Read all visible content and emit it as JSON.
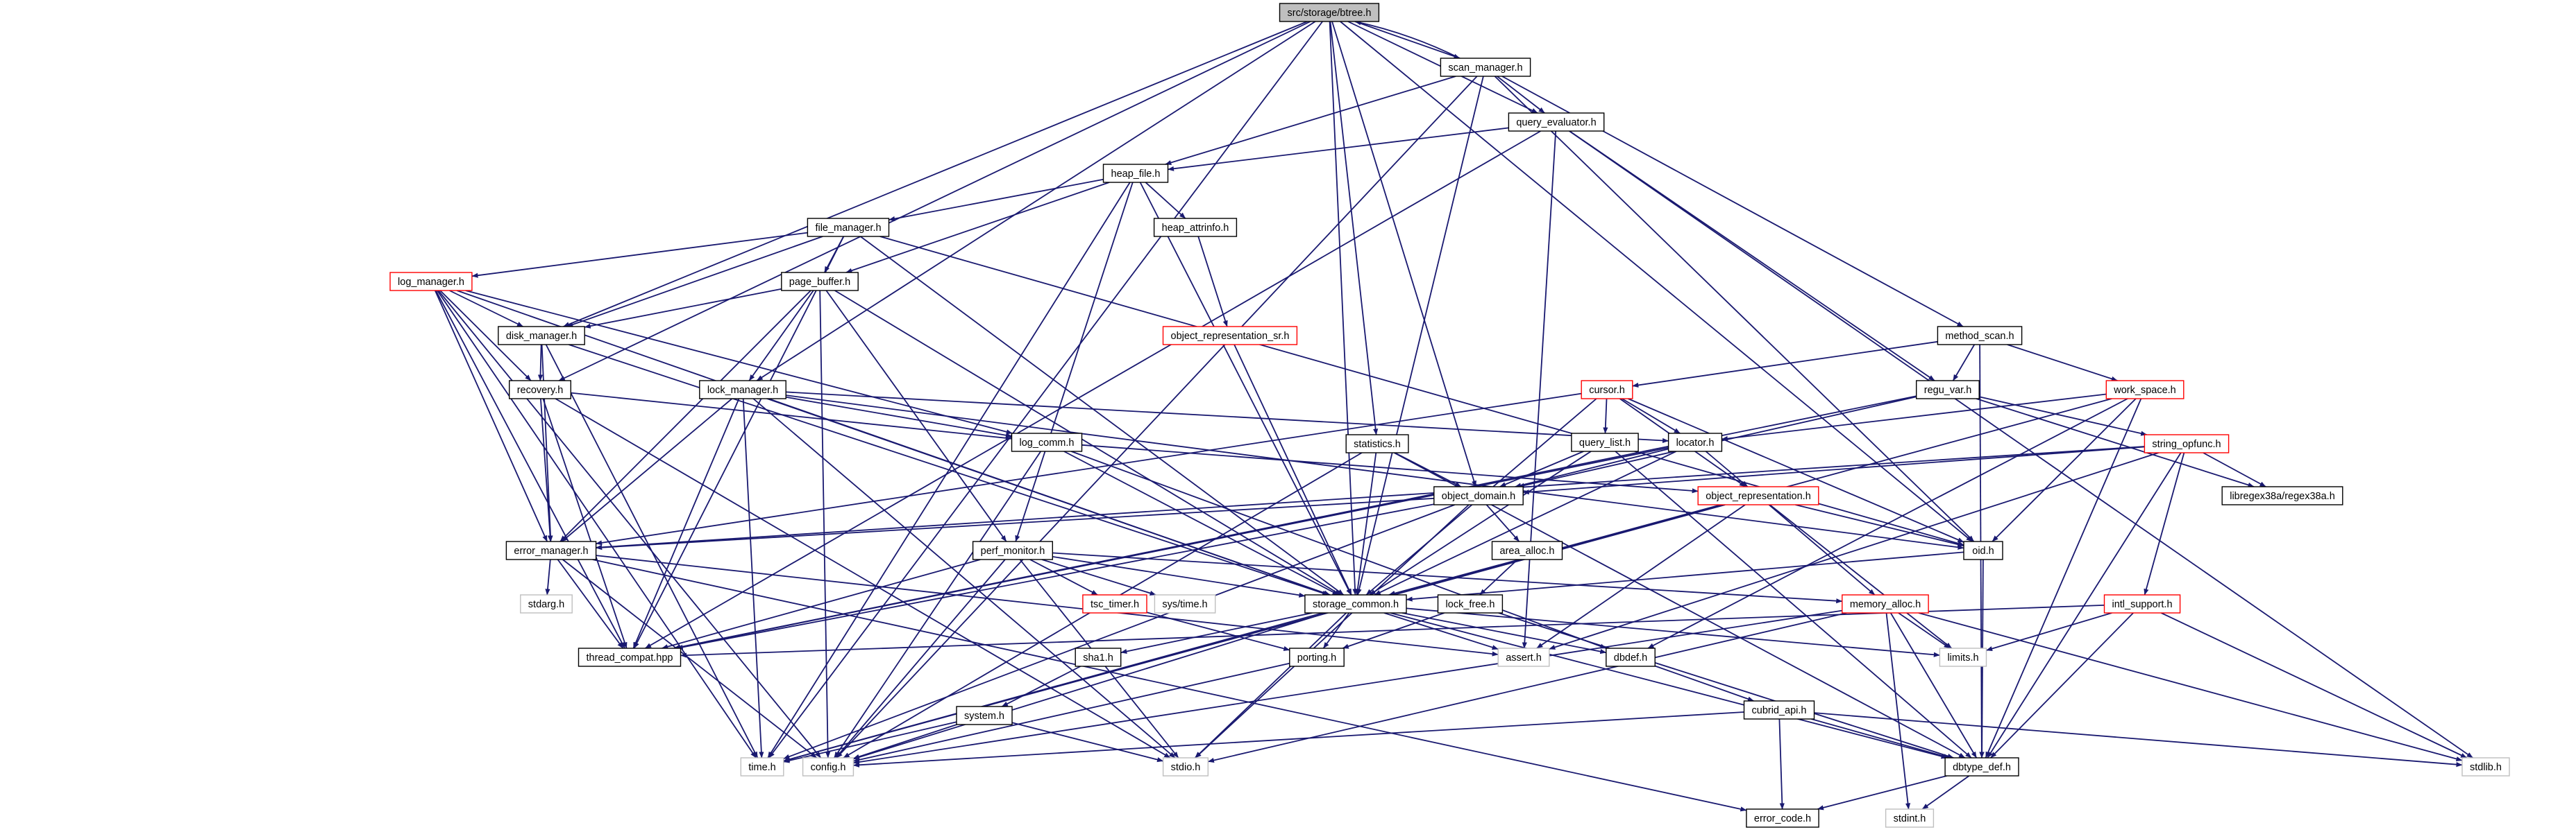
{
  "graph": {
    "colors": {
      "edge": "#191970",
      "root_fill": "#bfbfbf",
      "node_border": "#000000",
      "truncated_border": "#ff0000",
      "external_border": "#bfbfbf",
      "external_text": "#7f7f7f"
    },
    "nodes": [
      {
        "id": "btree",
        "label": "src/storage/btree.h",
        "kind": "root"
      },
      {
        "id": "scan_manager",
        "label": "scan_manager.h",
        "kind": "normal"
      },
      {
        "id": "query_evaluator",
        "label": "query_evaluator.h",
        "kind": "normal"
      },
      {
        "id": "heap_file",
        "label": "heap_file.h",
        "kind": "normal"
      },
      {
        "id": "file_manager",
        "label": "file_manager.h",
        "kind": "normal"
      },
      {
        "id": "heap_attrinfo",
        "label": "heap_attrinfo.h",
        "kind": "normal"
      },
      {
        "id": "log_manager",
        "label": "log_manager.h",
        "kind": "truncated"
      },
      {
        "id": "page_buffer",
        "label": "page_buffer.h",
        "kind": "normal"
      },
      {
        "id": "disk_manager",
        "label": "disk_manager.h",
        "kind": "normal"
      },
      {
        "id": "object_representation_sr",
        "label": "object_representation_sr.h",
        "kind": "truncated"
      },
      {
        "id": "method_scan",
        "label": "method_scan.h",
        "kind": "normal"
      },
      {
        "id": "cursor",
        "label": "cursor.h",
        "kind": "truncated"
      },
      {
        "id": "regu_var",
        "label": "regu_var.h",
        "kind": "normal"
      },
      {
        "id": "work_space",
        "label": "work_space.h",
        "kind": "truncated"
      },
      {
        "id": "recovery",
        "label": "recovery.h",
        "kind": "normal"
      },
      {
        "id": "lock_manager",
        "label": "lock_manager.h",
        "kind": "normal"
      },
      {
        "id": "log_comm",
        "label": "log_comm.h",
        "kind": "normal"
      },
      {
        "id": "statistics",
        "label": "statistics.h",
        "kind": "normal"
      },
      {
        "id": "query_list",
        "label": "query_list.h",
        "kind": "normal"
      },
      {
        "id": "locator",
        "label": "locator.h",
        "kind": "normal"
      },
      {
        "id": "string_opfunc",
        "label": "string_opfunc.h",
        "kind": "truncated"
      },
      {
        "id": "object_domain",
        "label": "object_domain.h",
        "kind": "normal"
      },
      {
        "id": "object_representation",
        "label": "object_representation.h",
        "kind": "truncated"
      },
      {
        "id": "libregex38a",
        "label": "libregex38a/regex38a.h",
        "kind": "normal"
      },
      {
        "id": "error_manager",
        "label": "error_manager.h",
        "kind": "normal"
      },
      {
        "id": "area_alloc",
        "label": "area_alloc.h",
        "kind": "normal"
      },
      {
        "id": "oid",
        "label": "oid.h",
        "kind": "normal"
      },
      {
        "id": "perf_monitor",
        "label": "perf_monitor.h",
        "kind": "normal"
      },
      {
        "id": "stdarg",
        "label": "stdarg.h",
        "kind": "external"
      },
      {
        "id": "tsc_timer",
        "label": "tsc_timer.h",
        "kind": "truncated"
      },
      {
        "id": "sys_time",
        "label": "sys/time.h",
        "kind": "external"
      },
      {
        "id": "storage_common",
        "label": "storage_common.h",
        "kind": "normal"
      },
      {
        "id": "lock_free",
        "label": "lock_free.h",
        "kind": "normal"
      },
      {
        "id": "memory_alloc",
        "label": "memory_alloc.h",
        "kind": "truncated"
      },
      {
        "id": "intl_support",
        "label": "intl_support.h",
        "kind": "truncated"
      },
      {
        "id": "thread_compat",
        "label": "thread_compat.hpp",
        "kind": "normal"
      },
      {
        "id": "assert",
        "label": "assert.h",
        "kind": "external"
      },
      {
        "id": "dbdef",
        "label": "dbdef.h",
        "kind": "normal"
      },
      {
        "id": "limits",
        "label": "limits.h",
        "kind": "external"
      },
      {
        "id": "sha1",
        "label": "sha1.h",
        "kind": "normal"
      },
      {
        "id": "porting",
        "label": "porting.h",
        "kind": "normal"
      },
      {
        "id": "cubrid_api",
        "label": "cubrid_api.h",
        "kind": "normal"
      },
      {
        "id": "system",
        "label": "system.h",
        "kind": "normal"
      },
      {
        "id": "time",
        "label": "time.h",
        "kind": "external"
      },
      {
        "id": "config",
        "label": "config.h",
        "kind": "external"
      },
      {
        "id": "stdio",
        "label": "stdio.h",
        "kind": "external"
      },
      {
        "id": "dbtype_def",
        "label": "dbtype_def.h",
        "kind": "normal"
      },
      {
        "id": "stdlib",
        "label": "stdlib.h",
        "kind": "external"
      },
      {
        "id": "error_code",
        "label": "error_code.h",
        "kind": "normal"
      },
      {
        "id": "stdint",
        "label": "stdint.h",
        "kind": "external"
      }
    ],
    "edges": [
      [
        "btree",
        "scan_manager"
      ],
      [
        "btree",
        "query_evaluator"
      ],
      [
        "btree",
        "disk_manager"
      ],
      [
        "btree",
        "recovery"
      ],
      [
        "btree",
        "lock_manager"
      ],
      [
        "btree",
        "statistics"
      ],
      [
        "btree",
        "object_domain"
      ],
      [
        "btree",
        "storage_common"
      ],
      [
        "btree",
        "oid"
      ],
      [
        "btree",
        "time"
      ],
      [
        "scan_manager",
        "btree"
      ],
      [
        "scan_manager",
        "query_evaluator"
      ],
      [
        "scan_manager",
        "heap_file"
      ],
      [
        "scan_manager",
        "method_scan"
      ],
      [
        "scan_manager",
        "oid"
      ],
      [
        "scan_manager",
        "config"
      ],
      [
        "scan_manager",
        "storage_common"
      ],
      [
        "query_evaluator",
        "heap_file"
      ],
      [
        "query_evaluator",
        "regu_var"
      ],
      [
        "query_evaluator",
        "thread_compat"
      ],
      [
        "query_evaluator",
        "assert"
      ],
      [
        "query_evaluator",
        "stdlib"
      ],
      [
        "heap_file",
        "file_manager"
      ],
      [
        "heap_file",
        "heap_attrinfo"
      ],
      [
        "heap_file",
        "page_buffer"
      ],
      [
        "heap_file",
        "perf_monitor"
      ],
      [
        "heap_file",
        "storage_common"
      ],
      [
        "heap_file",
        "time"
      ],
      [
        "file_manager",
        "log_manager"
      ],
      [
        "file_manager",
        "disk_manager"
      ],
      [
        "file_manager",
        "page_buffer"
      ],
      [
        "file_manager",
        "storage_common"
      ],
      [
        "file_manager",
        "thread_compat"
      ],
      [
        "file_manager",
        "oid"
      ],
      [
        "heap_attrinfo",
        "object_representation_sr"
      ],
      [
        "object_representation_sr",
        "storage_common"
      ],
      [
        "log_manager",
        "disk_manager"
      ],
      [
        "log_manager",
        "recovery"
      ],
      [
        "log_manager",
        "error_manager"
      ],
      [
        "log_manager",
        "log_comm"
      ],
      [
        "log_manager",
        "thread_compat"
      ],
      [
        "log_manager",
        "storage_common"
      ],
      [
        "log_manager",
        "time"
      ],
      [
        "log_manager",
        "config"
      ],
      [
        "page_buffer",
        "disk_manager"
      ],
      [
        "page_buffer",
        "lock_manager"
      ],
      [
        "page_buffer",
        "error_manager"
      ],
      [
        "page_buffer",
        "perf_monitor"
      ],
      [
        "page_buffer",
        "storage_common"
      ],
      [
        "page_buffer",
        "config"
      ],
      [
        "disk_manager",
        "recovery"
      ],
      [
        "disk_manager",
        "error_manager"
      ],
      [
        "disk_manager",
        "storage_common"
      ],
      [
        "disk_manager",
        "time"
      ],
      [
        "recovery",
        "error_manager"
      ],
      [
        "recovery",
        "log_comm"
      ],
      [
        "recovery",
        "thread_compat"
      ],
      [
        "recovery",
        "stdio"
      ],
      [
        "lock_manager",
        "log_comm"
      ],
      [
        "lock_manager",
        "locator"
      ],
      [
        "lock_manager",
        "oid"
      ],
      [
        "lock_manager",
        "error_manager"
      ],
      [
        "lock_manager",
        "thread_compat"
      ],
      [
        "lock_manager",
        "storage_common"
      ],
      [
        "lock_manager",
        "time"
      ],
      [
        "lock_manager",
        "stdio"
      ],
      [
        "log_comm",
        "storage_common"
      ],
      [
        "log_comm",
        "object_representation"
      ],
      [
        "log_comm",
        "dbdef"
      ],
      [
        "log_comm",
        "config"
      ],
      [
        "statistics",
        "object_domain"
      ],
      [
        "statistics",
        "storage_common"
      ],
      [
        "statistics",
        "dbtype_def"
      ],
      [
        "statistics",
        "config"
      ],
      [
        "method_scan",
        "cursor"
      ],
      [
        "method_scan",
        "regu_var"
      ],
      [
        "method_scan",
        "work_space"
      ],
      [
        "method_scan",
        "dbtype_def"
      ],
      [
        "cursor",
        "query_list"
      ],
      [
        "cursor",
        "locator"
      ],
      [
        "cursor",
        "object_representation"
      ],
      [
        "cursor",
        "error_manager"
      ],
      [
        "cursor",
        "storage_common"
      ],
      [
        "cursor",
        "oid"
      ],
      [
        "regu_var",
        "object_domain"
      ],
      [
        "regu_var",
        "string_opfunc"
      ],
      [
        "regu_var",
        "libregex38a"
      ],
      [
        "regu_var",
        "thread_compat"
      ],
      [
        "work_space",
        "locator"
      ],
      [
        "work_space",
        "oid"
      ],
      [
        "work_space",
        "dbdef"
      ],
      [
        "work_space",
        "storage_common"
      ],
      [
        "work_space",
        "dbtype_def"
      ],
      [
        "query_list",
        "object_domain"
      ],
      [
        "query_list",
        "storage_common"
      ],
      [
        "query_list",
        "dbtype_def"
      ],
      [
        "locator",
        "object_domain"
      ],
      [
        "locator",
        "object_representation"
      ],
      [
        "locator",
        "storage_common"
      ],
      [
        "locator",
        "thread_compat"
      ],
      [
        "string_opfunc",
        "object_domain"
      ],
      [
        "string_opfunc",
        "error_manager"
      ],
      [
        "string_opfunc",
        "intl_support"
      ],
      [
        "string_opfunc",
        "libregex38a"
      ],
      [
        "string_opfunc",
        "dbtype_def"
      ],
      [
        "string_opfunc",
        "assert"
      ],
      [
        "object_domain",
        "area_alloc"
      ],
      [
        "object_domain",
        "error_manager"
      ],
      [
        "object_domain",
        "thread_compat"
      ],
      [
        "object_domain",
        "stdio"
      ],
      [
        "object_domain",
        "time"
      ],
      [
        "object_representation",
        "oid"
      ],
      [
        "object_representation",
        "storage_common"
      ],
      [
        "object_representation",
        "memory_alloc"
      ],
      [
        "object_representation",
        "assert"
      ],
      [
        "object_representation",
        "limits"
      ],
      [
        "object_representation",
        "time"
      ],
      [
        "error_manager",
        "stdarg"
      ],
      [
        "error_manager",
        "thread_compat"
      ],
      [
        "error_manager",
        "assert"
      ],
      [
        "error_manager",
        "error_code"
      ],
      [
        "error_manager",
        "config"
      ],
      [
        "area_alloc",
        "lock_free"
      ],
      [
        "oid",
        "storage_common"
      ],
      [
        "oid",
        "dbtype_def"
      ],
      [
        "perf_monitor",
        "tsc_timer"
      ],
      [
        "perf_monitor",
        "sys_time"
      ],
      [
        "perf_monitor",
        "storage_common"
      ],
      [
        "perf_monitor",
        "memory_alloc"
      ],
      [
        "perf_monitor",
        "thread_compat"
      ],
      [
        "perf_monitor",
        "stdio"
      ],
      [
        "perf_monitor",
        "config"
      ],
      [
        "tsc_timer",
        "porting"
      ],
      [
        "storage_common",
        "assert"
      ],
      [
        "storage_common",
        "dbdef"
      ],
      [
        "storage_common",
        "limits"
      ],
      [
        "storage_common",
        "sha1"
      ],
      [
        "storage_common",
        "porting"
      ],
      [
        "storage_common",
        "dbtype_def"
      ],
      [
        "storage_common",
        "config"
      ],
      [
        "storage_common",
        "stdio"
      ],
      [
        "storage_common",
        "time"
      ],
      [
        "lock_free",
        "porting"
      ],
      [
        "lock_free",
        "dbtype_def"
      ],
      [
        "memory_alloc",
        "dbtype_def"
      ],
      [
        "memory_alloc",
        "limits"
      ],
      [
        "memory_alloc",
        "stdint"
      ],
      [
        "memory_alloc",
        "config"
      ],
      [
        "memory_alloc",
        "stdio"
      ],
      [
        "memory_alloc",
        "stdlib"
      ],
      [
        "intl_support",
        "thread_compat"
      ],
      [
        "intl_support",
        "limits"
      ],
      [
        "intl_support",
        "dbtype_def"
      ],
      [
        "intl_support",
        "stdlib"
      ],
      [
        "dbdef",
        "cubrid_api"
      ],
      [
        "sha1",
        "system"
      ],
      [
        "porting",
        "config"
      ],
      [
        "cubrid_api",
        "dbtype_def"
      ],
      [
        "cubrid_api",
        "error_code"
      ],
      [
        "cubrid_api",
        "config"
      ],
      [
        "cubrid_api",
        "stdlib"
      ],
      [
        "system",
        "config"
      ],
      [
        "system",
        "stdio"
      ],
      [
        "system",
        "time"
      ],
      [
        "dbtype_def",
        "error_code"
      ],
      [
        "dbtype_def",
        "stdint"
      ]
    ]
  }
}
